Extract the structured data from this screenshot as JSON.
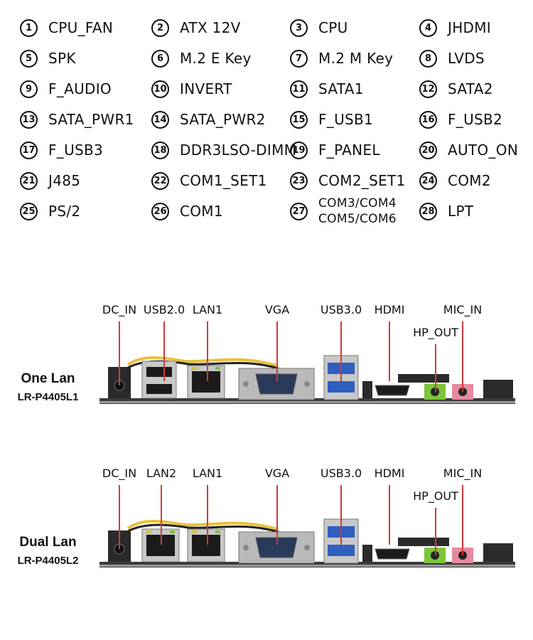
{
  "legend": [
    {
      "n": "1",
      "label": "CPU_FAN"
    },
    {
      "n": "2",
      "label": "ATX 12V"
    },
    {
      "n": "3",
      "label": "CPU"
    },
    {
      "n": "4",
      "label": "JHDMI"
    },
    {
      "n": "5",
      "label": "SPK"
    },
    {
      "n": "6",
      "label": "M.2 E Key"
    },
    {
      "n": "7",
      "label": "M.2 M Key"
    },
    {
      "n": "8",
      "label": "LVDS"
    },
    {
      "n": "9",
      "label": "F_AUDIO"
    },
    {
      "n": "10",
      "label": "INVERT"
    },
    {
      "n": "11",
      "label": "SATA1"
    },
    {
      "n": "12",
      "label": "SATA2"
    },
    {
      "n": "13",
      "label": "SATA_PWR1"
    },
    {
      "n": "14",
      "label": "SATA_PWR2"
    },
    {
      "n": "15",
      "label": "F_USB1"
    },
    {
      "n": "16",
      "label": "F_USB2"
    },
    {
      "n": "17",
      "label": "F_USB3"
    },
    {
      "n": "18",
      "label": "DDR3LSO-DIMM"
    },
    {
      "n": "19",
      "label": "F_PANEL"
    },
    {
      "n": "20",
      "label": "AUTO_ON"
    },
    {
      "n": "21",
      "label": "J485"
    },
    {
      "n": "22",
      "label": "COM1_SET1"
    },
    {
      "n": "23",
      "label": "COM2_SET1"
    },
    {
      "n": "24",
      "label": "COM2"
    },
    {
      "n": "25",
      "label": "PS/2"
    },
    {
      "n": "26",
      "label": "COM1"
    },
    {
      "n": "27",
      "label": "COM3/COM4\nCOM5/COM6"
    },
    {
      "n": "28",
      "label": "LPT"
    }
  ],
  "panels": [
    {
      "title": "One Lan",
      "model": "LR-P4405L1",
      "callouts": [
        {
          "key": "dc",
          "label": "DC_IN"
        },
        {
          "key": "usb2",
          "label": "USB2.0"
        },
        {
          "key": "lan1",
          "label": "LAN1"
        },
        {
          "key": "vga",
          "label": "VGA"
        },
        {
          "key": "usb3",
          "label": "USB3.0"
        },
        {
          "key": "hdmi",
          "label": "HDMI"
        },
        {
          "key": "hp",
          "label": "HP_OUT"
        },
        {
          "key": "mic",
          "label": "MIC_IN"
        }
      ]
    },
    {
      "title": "Dual Lan",
      "model": "LR-P4405L2",
      "callouts": [
        {
          "key": "dc",
          "label": "DC_IN"
        },
        {
          "key": "lan2",
          "label": "LAN2"
        },
        {
          "key": "lan1",
          "label": "LAN1"
        },
        {
          "key": "vga",
          "label": "VGA"
        },
        {
          "key": "usb3",
          "label": "USB3.0"
        },
        {
          "key": "hdmi",
          "label": "HDMI"
        },
        {
          "key": "hp",
          "label": "HP_OUT"
        },
        {
          "key": "mic",
          "label": "MIC_IN"
        }
      ]
    }
  ],
  "colors": {
    "pointer": "#d43a3a",
    "board": "#3a3a3a",
    "usb3_blue": "#2f5fbf",
    "hp_green": "#7cc43a",
    "mic_pink": "#e48aa0"
  }
}
